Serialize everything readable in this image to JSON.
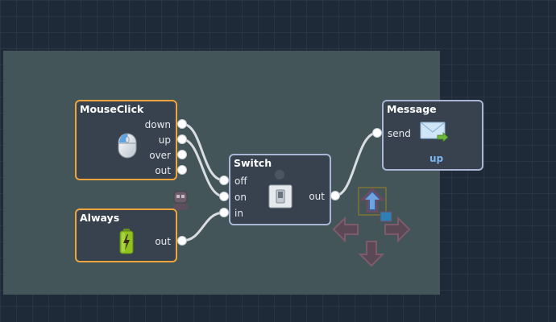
{
  "nodes": {
    "mouseclick": {
      "title": "MouseClick",
      "icon": "mouse-icon",
      "outputs": [
        "down",
        "up",
        "over",
        "out"
      ]
    },
    "always": {
      "title": "Always",
      "icon": "battery-icon",
      "outputs": [
        "out"
      ]
    },
    "switch": {
      "title": "Switch",
      "icon": "toggle-switch-icon",
      "inputs": [
        "off",
        "on",
        "in"
      ],
      "outputs": [
        "out"
      ]
    },
    "message": {
      "title": "Message",
      "icon": "envelope-icon",
      "inputs": [
        "send"
      ],
      "value": "up"
    }
  },
  "scene": {
    "sprites": [
      "robot-sprite-icon",
      "arrow-up-sprite-icon",
      "arrow-left-sprite-icon",
      "arrow-right-sprite-icon",
      "arrow-down-sprite-icon"
    ]
  },
  "colors": {
    "canvas": "#1f2a38",
    "scene_panel": "#435559",
    "node_body": "#38424e",
    "event_node_border": "#f0a53c",
    "action_node_border": "#a9b6d6",
    "wire": "#d9dde3",
    "message_value": "#7ab6f2"
  }
}
